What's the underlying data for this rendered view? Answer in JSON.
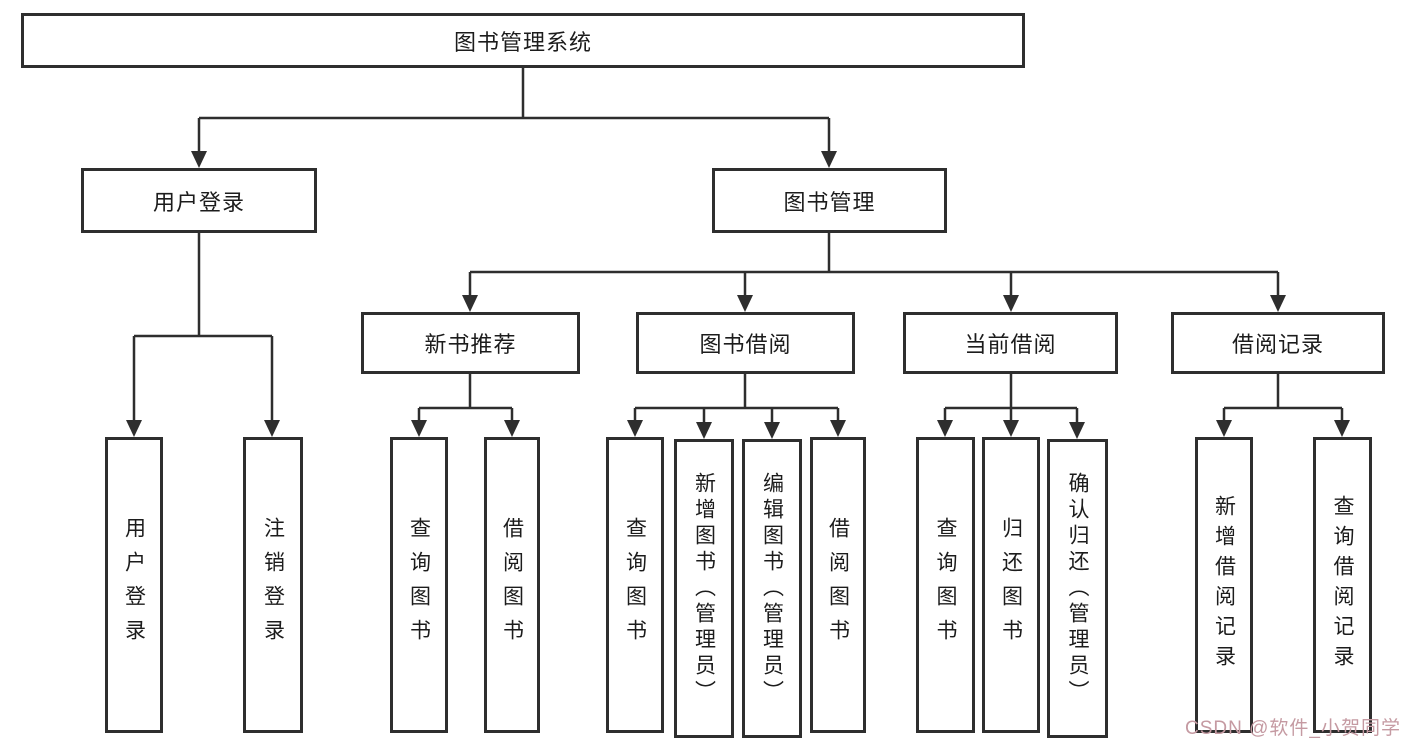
{
  "diagram": {
    "title": "图书管理系统",
    "root": {
      "label": "图书管理系统"
    },
    "user_login_branch": {
      "label": "用户登录",
      "children": [
        {
          "label": "用户登录"
        },
        {
          "label": "注销登录"
        }
      ]
    },
    "book_mgmt_branch": {
      "label": "图书管理",
      "groups": [
        {
          "label": "新书推荐",
          "children": [
            {
              "label": "查询图书"
            },
            {
              "label": "借阅图书"
            }
          ]
        },
        {
          "label": "图书借阅",
          "children": [
            {
              "label": "查询图书"
            },
            {
              "label": "新增图书（管理员）"
            },
            {
              "label": "编辑图书（管理员）"
            },
            {
              "label": "借阅图书"
            }
          ]
        },
        {
          "label": "当前借阅",
          "children": [
            {
              "label": "查询图书"
            },
            {
              "label": "归还图书"
            },
            {
              "label": "确认归还（管理员）"
            }
          ]
        },
        {
          "label": "借阅记录",
          "children": [
            {
              "label": "新增借阅记录"
            },
            {
              "label": "查询借阅记录"
            }
          ]
        }
      ]
    },
    "colors": {
      "line": "#2e2e2e",
      "box_border": "#2e2e2e",
      "watermark": "#c59aa2"
    },
    "watermark": {
      "text": "CSDN @软件_小贺同学"
    }
  }
}
